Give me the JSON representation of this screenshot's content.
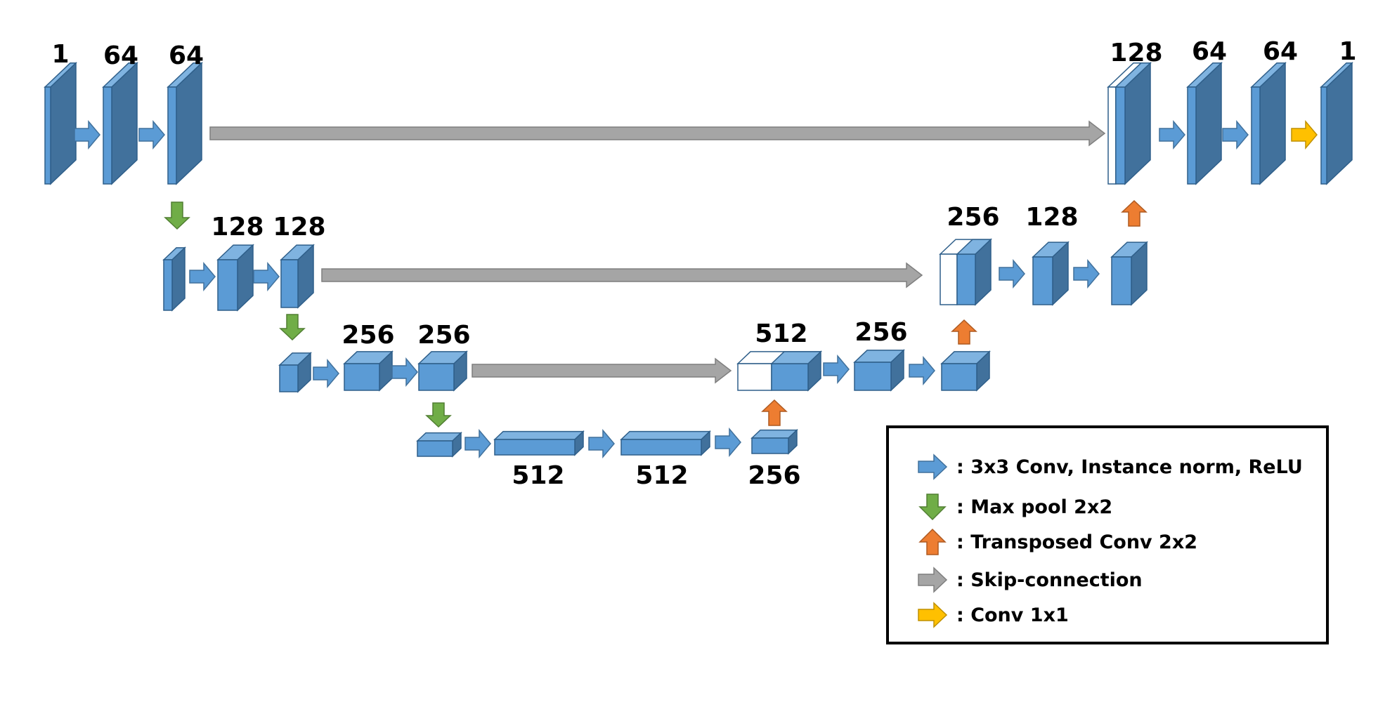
{
  "colors": {
    "block_front": "#5b9bd5",
    "block_side": "#41719c",
    "block_top": "#7fb3e0",
    "block_edge": "#2f5f8a",
    "conv_arrow": "#5b9bd5",
    "pool_arrow": "#70ad47",
    "upconv_arrow": "#ed7d31",
    "skip_arrow": "#a5a5a5",
    "final_arrow": "#ffc000"
  },
  "channel_labels": {
    "enc1_in": "1",
    "enc1_a": "64",
    "enc1_b": "64",
    "enc2_a": "128",
    "enc2_b": "128",
    "enc3_a": "256",
    "enc3_b": "256",
    "bott_a": "512",
    "bott_b": "512",
    "bott_up": "256",
    "dec3_cat": "512",
    "dec3_a": "256",
    "dec2_cat": "256",
    "dec2_a": "128",
    "dec1_cat": "128",
    "dec1_a": "64",
    "dec1_b": "64",
    "out": "1"
  },
  "legend": {
    "items": [
      {
        "icon": "conv-arrow-icon",
        "text": ": 3x3 Conv, Instance norm, ReLU"
      },
      {
        "icon": "maxpool-arrow-icon",
        "text": ": Max pool 2x2"
      },
      {
        "icon": "upconv-arrow-icon",
        "text": ": Transposed Conv 2x2"
      },
      {
        "icon": "skip-arrow-icon",
        "text": ": Skip-connection"
      },
      {
        "icon": "final-conv-arrow-icon",
        "text": ": Conv 1x1"
      }
    ]
  }
}
